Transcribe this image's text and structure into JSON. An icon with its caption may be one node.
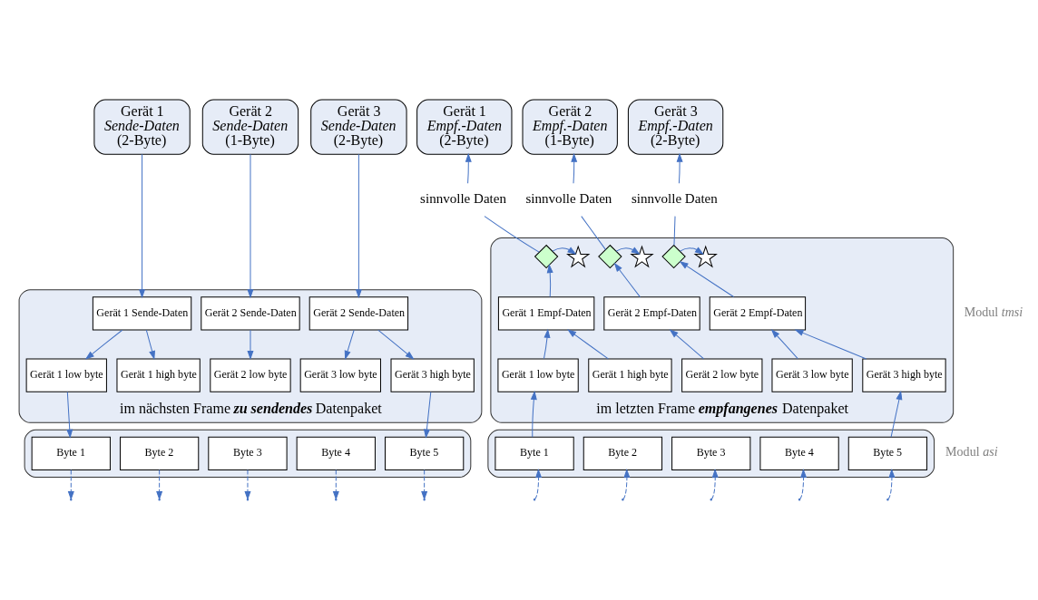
{
  "diagram": {
    "nodes": [
      {
        "text": [
          "Gerät 1",
          "Sende-Daten",
          "(2-Byte)"
        ]
      },
      {
        "text": [
          "Gerät 2",
          "Sende-Daten",
          "(1-Byte)"
        ]
      },
      {
        "text": [
          "Gerät 3",
          "Sende-Daten",
          "(2-Byte)"
        ]
      },
      {
        "text": [
          "im nächsten Frame **zu sendendes** Datenpaket"
        ]
      },
      {
        "text": [
          "Gerät 1 Sende-Daten"
        ],
        "in": 3
      },
      {
        "text": [
          "Gerät 2 Sende-Daten"
        ],
        "in": 3
      },
      {
        "text": [
          "Gerät 2 Sende-Daten"
        ],
        "in": 3
      },
      {
        "text": [
          "Gerät 1 low byte"
        ],
        "in": 3
      },
      {
        "text": [
          "Gerät 1 high byte"
        ],
        "in": 3
      },
      {
        "text": [
          "Gerät 2 low byte"
        ],
        "in": 3
      },
      {
        "text": [
          "Gerät 3 low byte"
        ],
        "in": 3
      },
      {
        "text": [
          "Gerät 3 high byte"
        ],
        "in": 3
      },
      {
        "text": [],
        "shape": "box"
      },
      {
        "text": [
          "Byte 1"
        ],
        "in": 12
      },
      {
        "text": [
          "Byte 2"
        ],
        "in": 12
      },
      {
        "text": [
          "Byte 3"
        ],
        "in": 12
      },
      {
        "text": [
          "Byte 4"
        ],
        "in": 12
      },
      {
        "text": [
          "Byte 5"
        ],
        "in": 12
      },
      {
        "text": [
          "Gerät 1",
          "Empf.-Daten",
          "(2-Byte)"
        ]
      },
      {
        "text": [
          "Gerät 2",
          "Empf.-Daten",
          "(1-Byte)"
        ]
      },
      {
        "text": [
          "Gerät 3",
          "Empf.-Daten",
          "(2-Byte)"
        ]
      },
      {
        "text": [
          "sinnvolle Daten"
        ]
      },
      {
        "text": [
          "sinnvolle Daten"
        ]
      },
      {
        "text": [
          "sinnvolle Daten"
        ]
      },
      {
        "text": [
          "im letzten Frame **empfangenes** Datenpaket"
        ]
      },
      {
        "text": [],
        "shape": "diamond",
        "in": 24
      },
      {
        "text": [],
        "shape": "diamond",
        "in": 24
      },
      {
        "text": [],
        "shape": "diamond",
        "in": 24
      },
      {
        "text": [],
        "shape": "asterisk",
        "in": 24
      },
      {
        "text": [],
        "shape": "asterisk",
        "in": 24
      },
      {
        "text": [],
        "shape": "asterisk",
        "in": 24
      },
      {
        "text": [
          "Gerät 1 Empf-Daten"
        ],
        "in": 24
      },
      {
        "text": [
          "Gerät 2 Empf-Daten"
        ],
        "in": 24
      },
      {
        "text": [
          "Gerät 2 Empf-Daten"
        ],
        "in": 24
      },
      {
        "text": [
          "Gerät 1 low byte"
        ],
        "in": 24
      },
      {
        "text": [
          "Gerät 1 high byte"
        ],
        "in": 24
      },
      {
        "text": [
          "Gerät 2 low byte"
        ],
        "in": 24
      },
      {
        "text": [
          "Gerät 3 low byte"
        ],
        "in": 24
      },
      {
        "text": [
          "Gerät 3 high byte"
        ],
        "in": 24
      },
      {
        "text": [],
        "shape": "box"
      },
      {
        "text": [
          "Byte 1"
        ],
        "in": 39
      },
      {
        "text": [
          "Byte 2"
        ],
        "in": 39
      },
      {
        "text": [
          "Byte 3"
        ],
        "in": 39
      },
      {
        "text": [
          "Byte 4"
        ],
        "in": 39
      },
      {
        "text": [
          "Byte 5"
        ],
        "in": 39
      }
    ],
    "edges": [
      {
        "from": 0,
        "to": 4,
        "arrow": "to"
      },
      {
        "from": 1,
        "to": 5,
        "arrow": "to"
      },
      {
        "from": 2,
        "to": 6,
        "arrow": "to"
      },
      {
        "from": 4,
        "to": 7,
        "arrow": "to"
      },
      {
        "from": 4,
        "to": 8,
        "arrow": "to"
      },
      {
        "from": 5,
        "to": 9,
        "arrow": "to"
      },
      {
        "from": 6,
        "to": 10,
        "arrow": "to"
      },
      {
        "from": 6,
        "to": 11,
        "arrow": "to"
      },
      {
        "from": 7,
        "to": 13,
        "arrow": "to"
      },
      {
        "from": 11,
        "to": 17,
        "arrow": "to"
      },
      {
        "from": 13,
        "to": null,
        "arrow": "to",
        "style": "dashed"
      },
      {
        "from": 14,
        "to": null,
        "arrow": "to",
        "style": "dashed"
      },
      {
        "from": 15,
        "to": null,
        "arrow": "to",
        "style": "dashed"
      },
      {
        "from": 16,
        "to": null,
        "arrow": "to",
        "style": "dashed"
      },
      {
        "from": 17,
        "to": null,
        "arrow": "to",
        "style": "dashed"
      },
      {
        "from": 21,
        "to": 18,
        "arrow": "to"
      },
      {
        "from": 22,
        "to": 19,
        "arrow": "to"
      },
      {
        "from": 23,
        "to": 20,
        "arrow": "to"
      },
      {
        "from": 25,
        "to": 21,
        "arrow": "none"
      },
      {
        "from": 26,
        "to": 22,
        "arrow": "none"
      },
      {
        "from": 27,
        "to": 23,
        "arrow": "none"
      },
      {
        "from": 25,
        "to": 28,
        "arrow": "to"
      },
      {
        "from": 26,
        "to": 29,
        "arrow": "to"
      },
      {
        "from": 27,
        "to": 30,
        "arrow": "to"
      },
      {
        "from": 31,
        "to": 25,
        "arrow": "to"
      },
      {
        "from": 32,
        "to": 26,
        "arrow": "to"
      },
      {
        "from": 33,
        "to": 27,
        "arrow": "to"
      },
      {
        "from": 34,
        "to": 31,
        "arrow": "to"
      },
      {
        "from": 35,
        "to": 31,
        "arrow": "to"
      },
      {
        "from": 36,
        "to": 32,
        "arrow": "to"
      },
      {
        "from": 37,
        "to": 33,
        "arrow": "to"
      },
      {
        "from": 38,
        "to": 33,
        "arrow": "to"
      },
      {
        "from": 40,
        "to": 34,
        "arrow": "to"
      },
      {
        "from": 44,
        "to": 38,
        "arrow": "to"
      },
      {
        "from": null,
        "to": 40,
        "arrow": "to",
        "style": "dashed"
      },
      {
        "from": null,
        "to": 41,
        "arrow": "to",
        "style": "dashed"
      },
      {
        "from": null,
        "to": 42,
        "arrow": "to",
        "style": "dashed"
      },
      {
        "from": null,
        "to": 43,
        "arrow": "to",
        "style": "dashed"
      },
      {
        "from": null,
        "to": 44,
        "arrow": "to",
        "style": "dashed"
      }
    ],
    "labels": [
      "Modul *tmsi*",
      "Modul *asi*"
    ]
  }
}
